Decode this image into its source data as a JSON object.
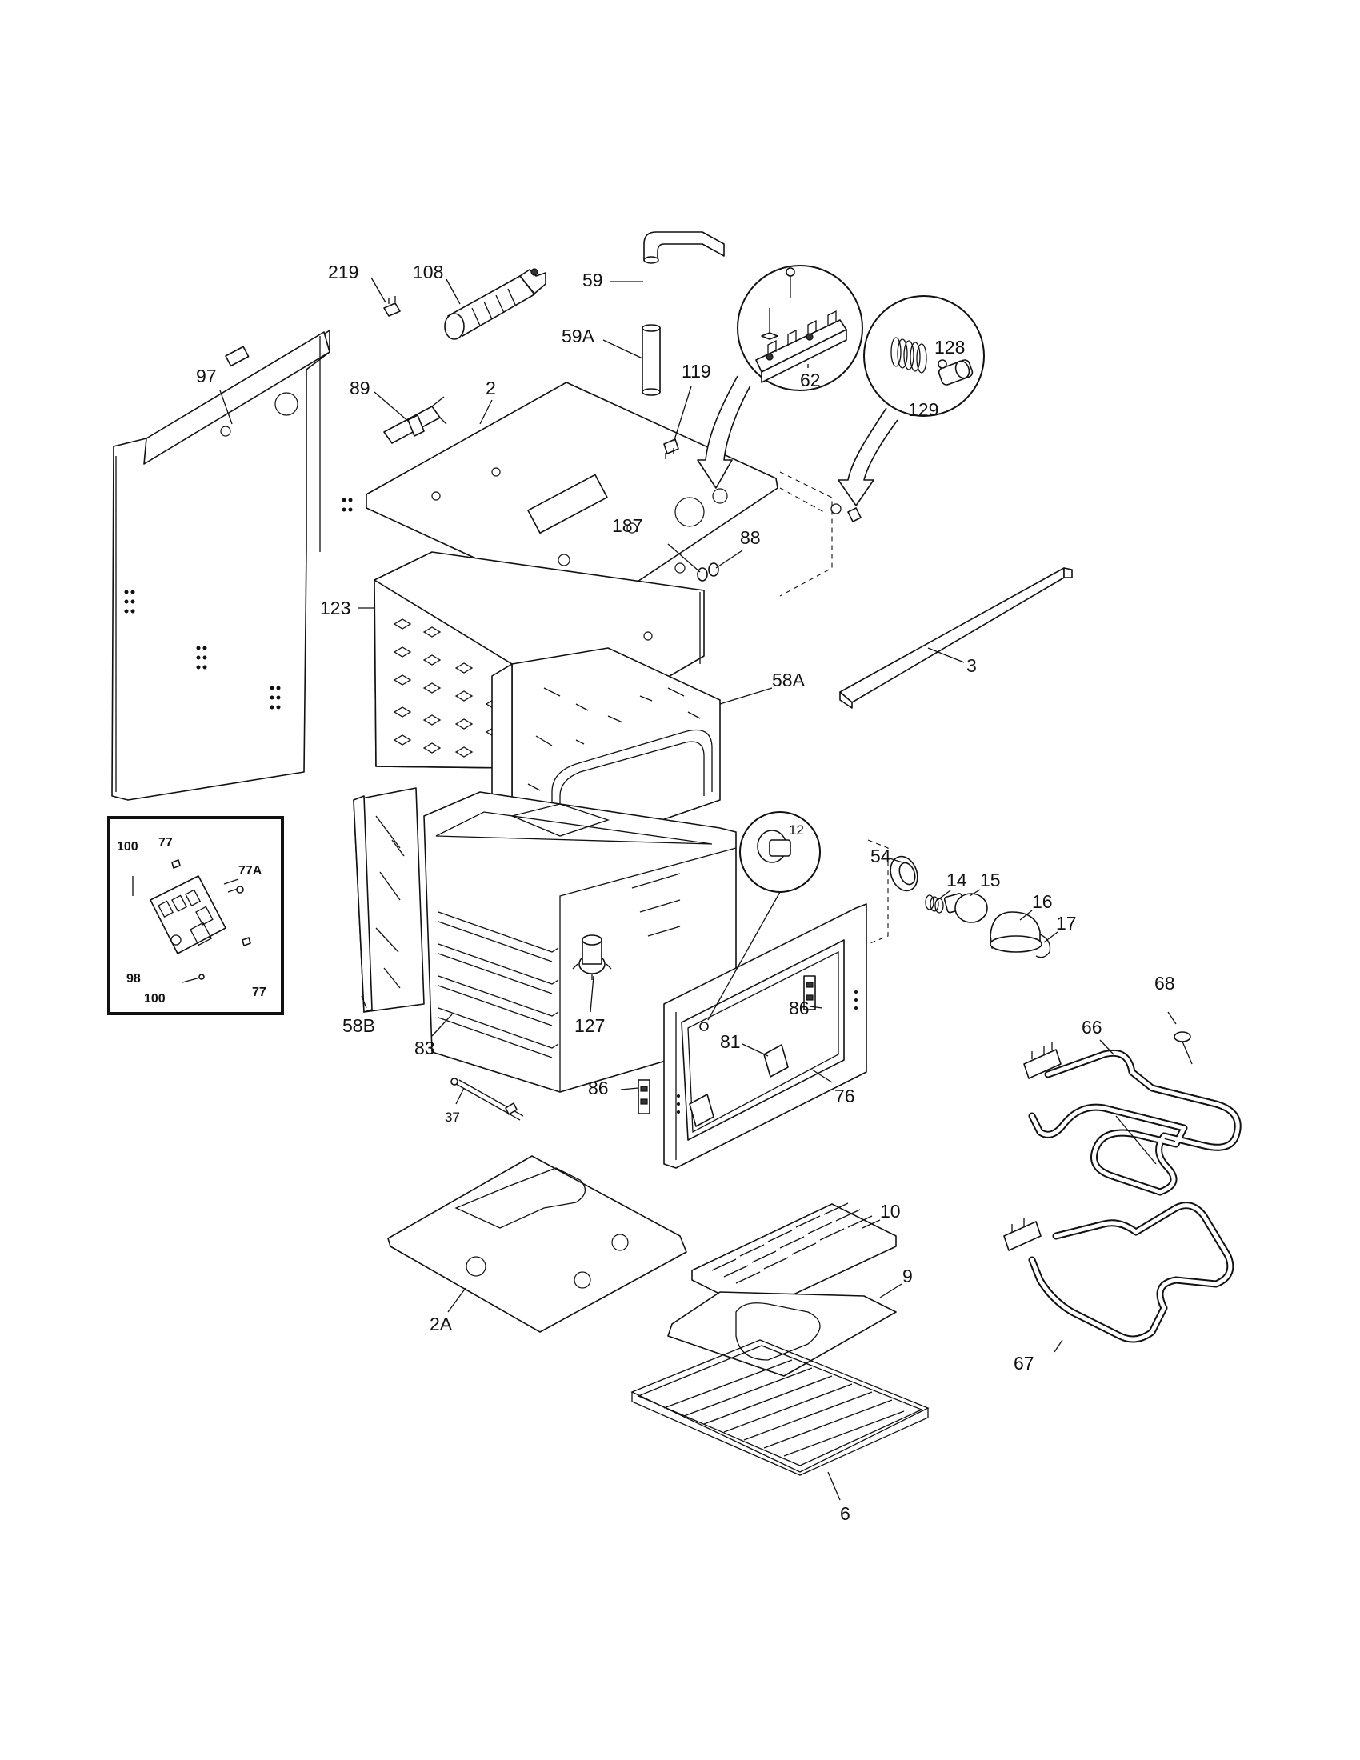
{
  "diagram": {
    "callouts": [
      {
        "id": "219",
        "label": "219"
      },
      {
        "id": "108",
        "label": "108"
      },
      {
        "id": "59",
        "label": "59"
      },
      {
        "id": "59A",
        "label": "59A"
      },
      {
        "id": "97",
        "label": "97"
      },
      {
        "id": "89",
        "label": "89"
      },
      {
        "id": "2",
        "label": "2"
      },
      {
        "id": "119",
        "label": "119"
      },
      {
        "id": "62",
        "label": "62"
      },
      {
        "id": "128",
        "label": "128"
      },
      {
        "id": "129",
        "label": "129"
      },
      {
        "id": "187",
        "label": "187"
      },
      {
        "id": "88",
        "label": "88"
      },
      {
        "id": "123",
        "label": "123"
      },
      {
        "id": "3",
        "label": "3"
      },
      {
        "id": "58A",
        "label": "58A"
      },
      {
        "id": "12",
        "label": "12"
      },
      {
        "id": "54",
        "label": "54"
      },
      {
        "id": "14",
        "label": "14"
      },
      {
        "id": "15",
        "label": "15"
      },
      {
        "id": "16",
        "label": "16"
      },
      {
        "id": "17",
        "label": "17"
      },
      {
        "id": "58B",
        "label": "58B"
      },
      {
        "id": "83",
        "label": "83"
      },
      {
        "id": "127",
        "label": "127"
      },
      {
        "id": "86a",
        "label": "86"
      },
      {
        "id": "81",
        "label": "81"
      },
      {
        "id": "86b",
        "label": "86"
      },
      {
        "id": "76",
        "label": "76"
      },
      {
        "id": "68",
        "label": "68"
      },
      {
        "id": "66",
        "label": "66"
      },
      {
        "id": "37",
        "label": "37"
      },
      {
        "id": "10",
        "label": "10"
      },
      {
        "id": "9",
        "label": "9"
      },
      {
        "id": "2A",
        "label": "2A"
      },
      {
        "id": "67",
        "label": "67"
      },
      {
        "id": "6",
        "label": "6"
      }
    ],
    "inset": {
      "callouts": [
        {
          "id": "100a",
          "label": "100"
        },
        {
          "id": "77a",
          "label": "77"
        },
        {
          "id": "77A",
          "label": "77A"
        },
        {
          "id": "98",
          "label": "98"
        },
        {
          "id": "100b",
          "label": "100"
        },
        {
          "id": "77b",
          "label": "77"
        }
      ]
    }
  }
}
